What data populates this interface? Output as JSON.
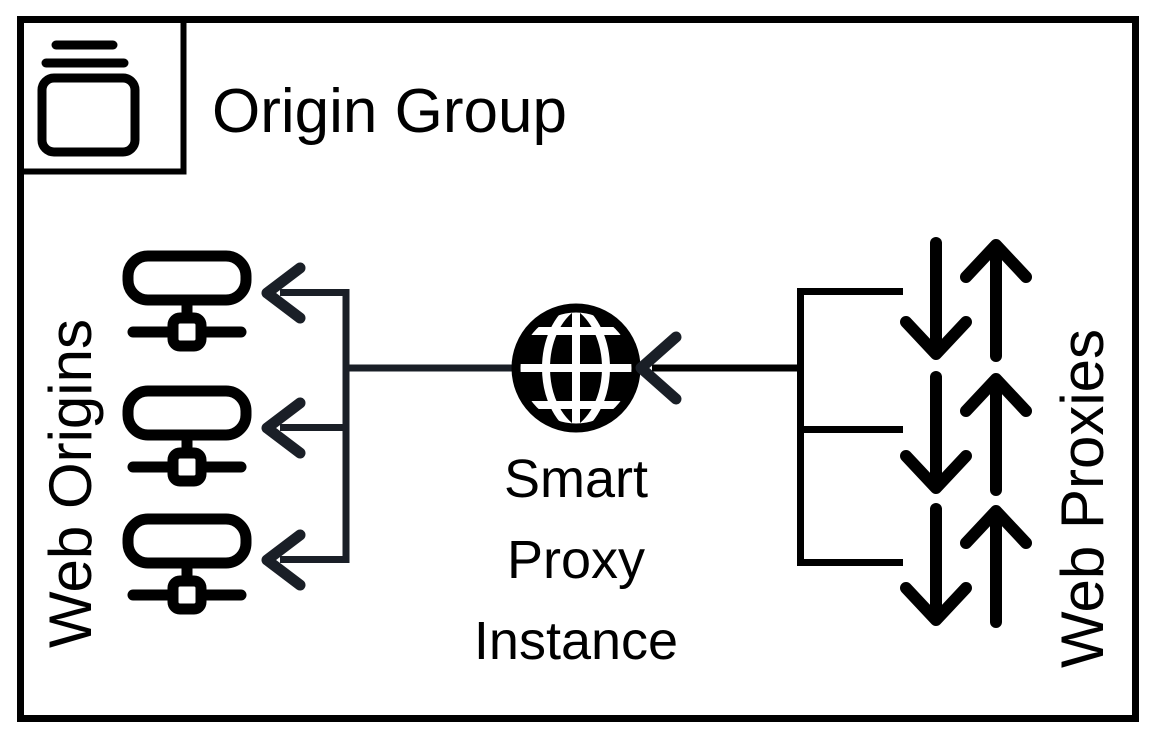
{
  "diagram": {
    "type": "architecture-diagram",
    "title": "Origin Group",
    "background_color": "#ffffff",
    "stroke_color": "#000000",
    "frame": {
      "border_width": 7,
      "badge_label_icon": "stacked-layers-icon"
    },
    "groups": [
      {
        "name": "web-origins",
        "label": "Web Origins",
        "orientation": "vertical-rotated",
        "side": "left",
        "node_icon": "server-node-icon",
        "node_count": 3
      },
      {
        "name": "web-proxies",
        "label": "Web Proxies",
        "orientation": "vertical-rotated",
        "side": "right",
        "node_icon": "up-down-arrows-icon",
        "node_count": 3
      }
    ],
    "center": {
      "name": "smart-proxy-instance",
      "icon": "globe-icon",
      "label_lines": [
        "Smart",
        "Proxy",
        "Instance"
      ],
      "label_full": "Smart Proxy Instance"
    },
    "connections": [
      {
        "name": "proxies-to-instance",
        "from": "web-proxies",
        "to": "smart-proxy-instance",
        "direction": "right-to-left",
        "arrow_style": "open-chevron",
        "branch_count": 3
      },
      {
        "name": "instance-to-origins",
        "from": "smart-proxy-instance",
        "to": "web-origins",
        "direction": "right-to-left",
        "arrow_style": "open-chevron",
        "branch_count": 3
      }
    ]
  }
}
